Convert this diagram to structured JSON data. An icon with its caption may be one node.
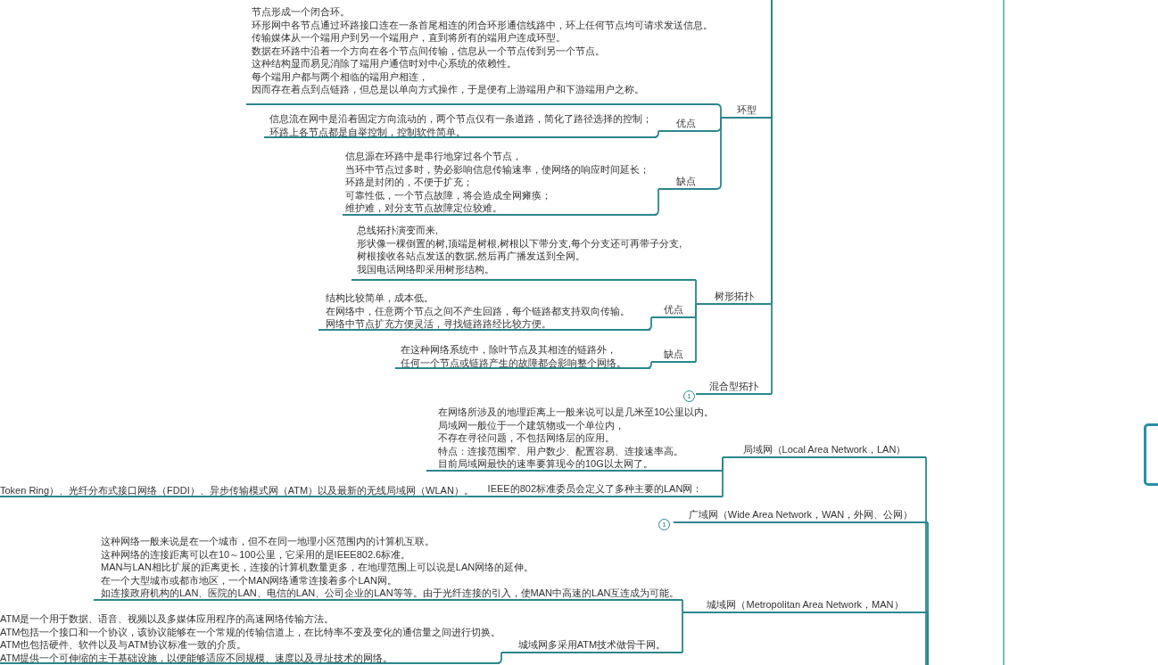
{
  "diagram": {
    "nodes": [
      {
        "text": [
          "环型"
        ]
      },
      {
        "text": [
          "节点形成一个闭合环。",
          "环形网中各节点通过环路接口连在一条首尾相连的闭合环形通信线路中，环上任何节点均可请求发送信息。",
          "传输媒体从一个端用户到另一个端用户，直到将所有的端用户连成环型。",
          "数据在环路中沿着一个方向在各个节点间传输，信息从一个节点传到另一个节点。",
          "这种结构显而易见消除了端用户通信时对中心系统的依赖性。",
          "每个端用户都与两个相临的端用户相连，",
          "因而存在着点到点链路，但总是以单向方式操作，于是便有上游端用户和下游端用户之称。"
        ]
      },
      {
        "text": [
          "优点"
        ]
      },
      {
        "text": [
          "信息流在网中是沿着固定方向流动的，两个节点仅有一条道路，简化了路径选择的控制；",
          "环路上各节点都是自举控制，控制软件简单。"
        ]
      },
      {
        "text": [
          "缺点"
        ]
      },
      {
        "text": [
          "信息源在环路中是串行地穿过各个节点，",
          "当环中节点过多时，势必影响信息传输速率，使网络的响应时间延长；",
          "环路是封闭的，不便于扩充；",
          "可靠性低，一个节点故障，将会造成全网瘫痪；",
          "维护难，对分支节点故障定位较难。"
        ]
      },
      {
        "text": [
          "树形拓扑"
        ]
      },
      {
        "text": [
          "总线拓扑演变而来,",
          "形状像一棵倒置的树,顶端是树根,树根以下带分支,每个分支还可再带子分支,",
          "树根接收各站点发送的数据,然后再广播发送到全网。",
          "我国电话网络即采用树形结构。"
        ]
      },
      {
        "text": [
          "优点"
        ]
      },
      {
        "text": [
          "结构比较简单，成本低。",
          "在网络中，任意两个节点之间不产生回路，每个链路都支持双向传输。",
          "网络中节点扩充方便灵活，寻找链路路经比较方便。"
        ]
      },
      {
        "text": [
          "缺点"
        ]
      },
      {
        "text": [
          "在这种网络系统中，除叶节点及其相连的链路外，",
          "任何一个节点或链路产生的故障都会影响整个网络。"
        ]
      },
      {
        "text": [
          "混合型拓扑"
        ],
        "beside": [
          "1"
        ]
      },
      {
        "text": [],
        "shape": "box"
      },
      {
        "text": [
          "局域网（Local Area Network，LAN）"
        ]
      },
      {
        "text": [
          "在网络所涉及的地理距离上一般来说可以是几米至10公里以内。",
          "局域网一般位于一个建筑物或一个单位内，",
          "不存在寻径问题，不包括网络层的应用。",
          "特点：连接范围窄、用户数少、配置容易、连接速率高。",
          "目前局域网最快的速率要算现今的10G以太网了。"
        ]
      },
      {
        "text": [
          "IEEE的802标准委员会定义了多种主要的LAN网："
        ]
      },
      {
        "text": [
          "Token Ring）、光纤分布式接口网络（FDDI）、异步传输模式网（ATM）以及最新的无线局域网（WLAN）。"
        ]
      },
      {
        "text": [
          "广域网（Wide Area Network，WAN，外网、公网）"
        ],
        "beside": [
          "1"
        ]
      },
      {
        "text": [
          "这种网络一般来说是在一个城市，但不在同一地理小区范围内的计算机互联。",
          "这种网络的连接距离可以在10～100公里，它采用的是IEEE802.6标准。",
          "MAN与LAN相比扩展的距离更长，连接的计算机数量更多，在地理范围上可以说是LAN网络的延伸。",
          "在一个大型城市或都市地区，一个MAN网络通常连接着多个LAN网。",
          "如连接政府机构的LAN、医院的LAN、电信的LAN、公司企业的LAN等等。由于光纤连接的引入，使MAN中高速的LAN互连成为可能。"
        ]
      },
      {
        "text": [
          "城域网（Metropolitan Area Network，MAN）"
        ]
      },
      {
        "text": [
          "城域网多采用ATM技术做骨干网。"
        ]
      },
      {
        "text": [
          "ATM是一个用于数据、语音、视频以及多媒体应用程序的高速网络传输方法。",
          "ATM包括一个接口和一个协议，该协议能够在一个常规的传输信道上，在比特率不变及变化的通信量之间进行切换。",
          "ATM也包括硬件、软件以及与ATM协议标准一致的介质。",
          "ATM提供一个可伸缩的主干基础设施，以便能够适应不同规模、速度以及寻址技术的网络。"
        ]
      }
    ],
    "edges": [
      {
        "from": null,
        "to": 0,
        "arrow": "none"
      },
      {
        "from": 0,
        "to": 1,
        "arrow": "none"
      },
      {
        "from": 0,
        "to": 2,
        "arrow": "none"
      },
      {
        "from": 2,
        "to": 3,
        "arrow": "none"
      },
      {
        "from": 0,
        "to": 4,
        "arrow": "none"
      },
      {
        "from": 4,
        "to": 5,
        "arrow": "none"
      },
      {
        "from": null,
        "to": 6,
        "arrow": "none"
      },
      {
        "from": 6,
        "to": 7,
        "arrow": "none"
      },
      {
        "from": 6,
        "to": 8,
        "arrow": "none"
      },
      {
        "from": 8,
        "to": 9,
        "arrow": "none"
      },
      {
        "from": 6,
        "to": 10,
        "arrow": "none"
      },
      {
        "from": 10,
        "to": 11,
        "arrow": "none"
      },
      {
        "from": null,
        "to": 12,
        "arrow": "none"
      },
      {
        "from": null,
        "to": 14,
        "arrow": "none"
      },
      {
        "from": 14,
        "to": 15,
        "arrow": "none"
      },
      {
        "from": 14,
        "to": 16,
        "arrow": "none"
      },
      {
        "from": 16,
        "to": 17,
        "arrow": "none"
      },
      {
        "from": null,
        "to": 18,
        "arrow": "none"
      },
      {
        "from": 20,
        "to": 19,
        "arrow": "none"
      },
      {
        "from": null,
        "to": 20,
        "arrow": "none"
      },
      {
        "from": 20,
        "to": 21,
        "arrow": "none"
      },
      {
        "from": 21,
        "to": 22,
        "arrow": "none"
      }
    ]
  }
}
